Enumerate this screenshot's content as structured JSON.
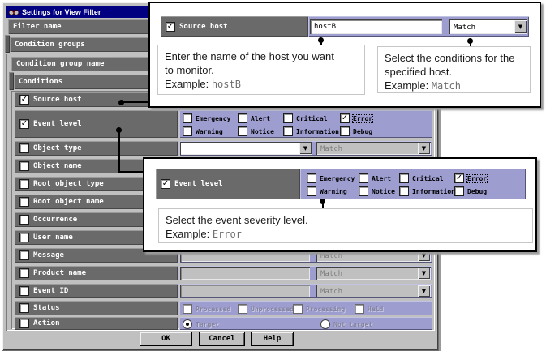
{
  "window": {
    "title": "Settings for View Filter",
    "app_icon": "binoculars-icon"
  },
  "colors": {
    "titlebar": "#000080",
    "face": "#c0c0c0",
    "label_band": "#6a6a6a",
    "control_panel": "#9d9dd0"
  },
  "sections": {
    "filter_name": "Filter name",
    "condition_groups": "Condition groups",
    "condition_group_name": "Condition group name",
    "conditions": "Conditions"
  },
  "conditions": [
    {
      "label": "Source host",
      "checked": true
    },
    {
      "label": "Event level",
      "checked": true
    },
    {
      "label": "Object type",
      "checked": false
    },
    {
      "label": "Object name",
      "checked": false
    },
    {
      "label": "Root object type",
      "checked": false
    },
    {
      "label": "Root object name",
      "checked": false
    },
    {
      "label": "Occurrence",
      "checked": false
    },
    {
      "label": "User name",
      "checked": false
    },
    {
      "label": "Message",
      "checked": false
    },
    {
      "label": "Product name",
      "checked": false
    },
    {
      "label": "Event ID",
      "checked": false
    },
    {
      "label": "Status",
      "checked": false
    },
    {
      "label": "Action",
      "checked": false
    }
  ],
  "event_level": {
    "options": [
      "Emergency",
      "Alert",
      "Critical",
      "Error",
      "Warning",
      "Notice",
      "Information",
      "Debug"
    ],
    "checked_option": "Error"
  },
  "status_options": [
    "Processed",
    "Unprocessed",
    "Processing",
    "Held"
  ],
  "action_options": {
    "target": "Target",
    "not_target": "Not target",
    "selected": "Target"
  },
  "combos": {
    "match": "Match"
  },
  "buttons": {
    "ok": "OK",
    "cancel": "Cancel",
    "help": "Help"
  },
  "callout_source_host": {
    "row_label": "Source host",
    "row_checked": true,
    "input_value": "hostB",
    "combo_value": "Match",
    "note_host": {
      "line1": "Enter the name of the host you want",
      "line2": "to monitor.",
      "example_label": "Example:",
      "example_value": "hostB"
    },
    "note_condition": {
      "line1": "Select the conditions for the",
      "line2": "specified host.",
      "example_label": "Example:",
      "example_value": "Match"
    }
  },
  "callout_event_level": {
    "row_label": "Event level",
    "row_checked": true,
    "note": {
      "line1": "Select the event severity level.",
      "example_label": "Example:",
      "example_value": "Error"
    }
  }
}
